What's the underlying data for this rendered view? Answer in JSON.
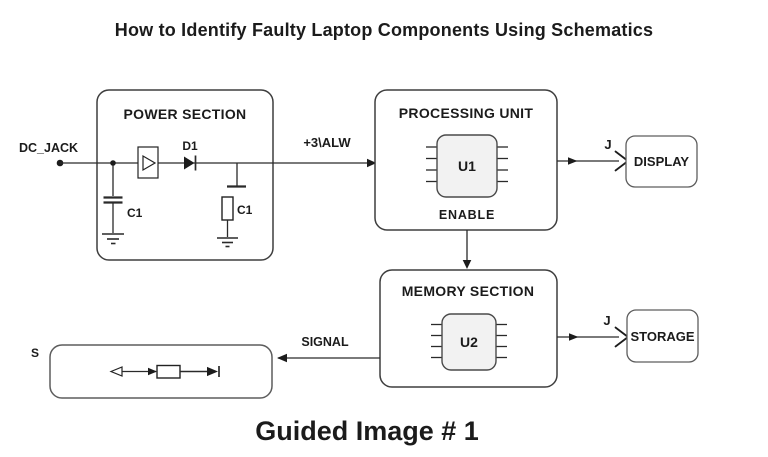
{
  "page": {
    "title": "How to Identify Faulty Laptop Components Using Schematics",
    "caption": "Guided Image # 1"
  },
  "colors": {
    "section_label": "#3b5a96",
    "io_label": "#3b5a96",
    "caption": "#e8242c",
    "chip_fill": "#f2f2f2"
  },
  "power_section": {
    "label": "POWER SECTION",
    "input_net": "DC_JACK",
    "diode_ref": "D1",
    "cap_ref": "C1",
    "res_ref": "C1"
  },
  "processing_unit": {
    "label": "PROCESSING UNIT",
    "chip_ref": "U1",
    "enable_label": "ENABLE"
  },
  "memory_section": {
    "label": "MEMORY SECTION",
    "chip_ref": "U2"
  },
  "peripherals": {
    "display_label": "DISPLAY",
    "storage_label": "STORAGE",
    "display_connector": "J",
    "storage_connector": "J"
  },
  "nets": {
    "power_rail": "+3\\ALW",
    "signal": "SIGNAL",
    "s_node": "S"
  }
}
